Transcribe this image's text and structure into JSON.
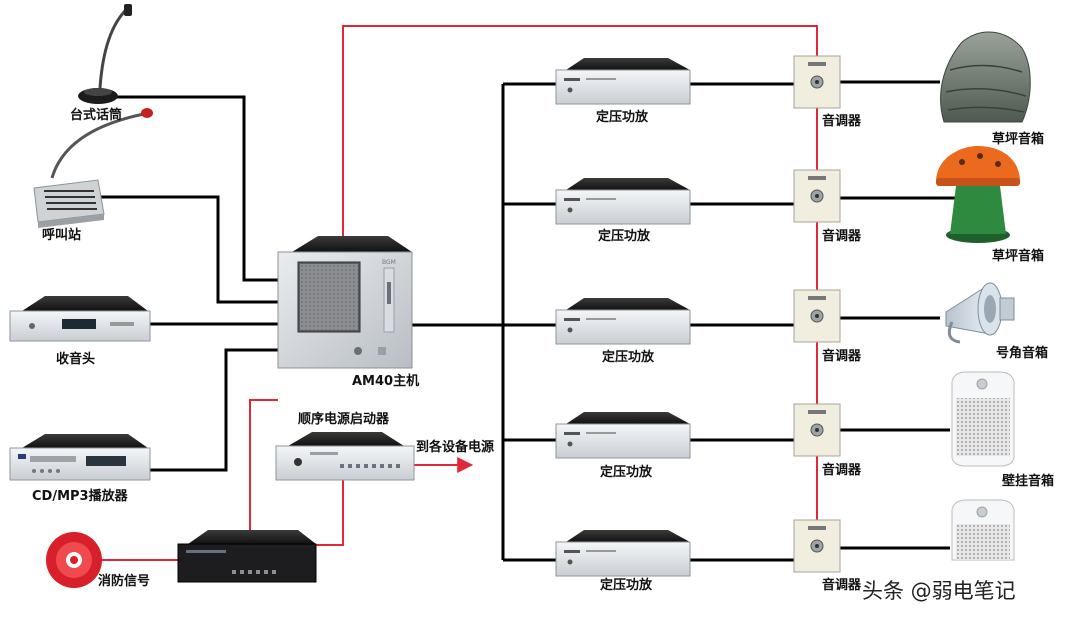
{
  "sources": {
    "desk_mic": "台式话筒",
    "paging_station": "呼叫站",
    "tuner": "收音头",
    "cd_player": "CD/MP3播放器",
    "fire_signal": "消防信号"
  },
  "host": {
    "label": "AM40主机",
    "panel_brand": "BGM"
  },
  "sequencer": {
    "label": "顺序电源启动器",
    "output_label": "到各设备电源"
  },
  "amplifiers": {
    "label": "定压功放",
    "count": 5
  },
  "volume_controls": {
    "label": "音调器",
    "count": 5
  },
  "speakers": [
    {
      "label": "草坪音箱"
    },
    {
      "label": "草坪音箱"
    },
    {
      "label": "号角音箱"
    },
    {
      "label": "壁挂音箱"
    },
    {
      "label": ""
    }
  ],
  "watermark": "头条 @弱电笔记",
  "colors": {
    "signal_line": "#000000",
    "power_line": "#e0283a",
    "mushroom_cap": "#ec6a1e",
    "mushroom_base": "#2e8a3e",
    "fire_alarm": "#d8202a"
  }
}
